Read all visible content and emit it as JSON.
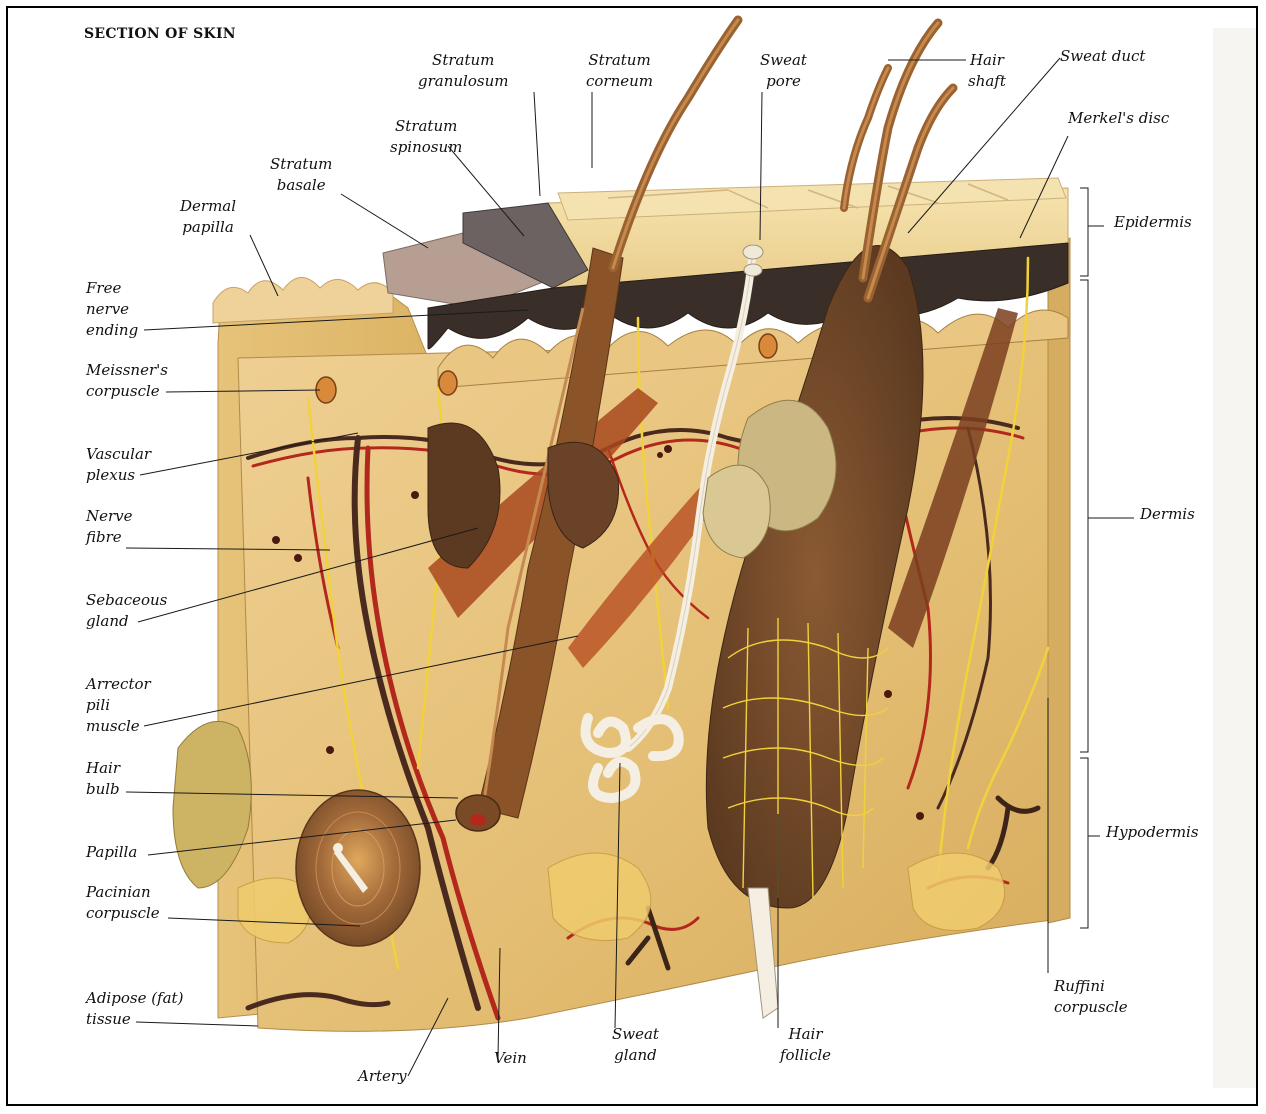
{
  "title": "SECTION OF SKIN",
  "labels": {
    "stratum_granulosum": "Stratum\ngranulosum",
    "stratum_corneum": "Stratum\ncorneum",
    "sweat_pore": "Sweat\npore",
    "hair_shaft": "Hair\nshaft",
    "sweat_duct": "Sweat duct",
    "merkels_disc": "Merkel's disc",
    "stratum_spinosum": "Stratum\nspinosum",
    "stratum_basale": "Stratum\nbasale",
    "dermal_papilla": "Dermal\npapilla",
    "epidermis": "Epidermis",
    "free_nerve_ending": "Free\nnerve\nending",
    "meissners_corpuscle": "Meissner's\ncorpuscle",
    "vascular_plexus": "Vascular\nplexus",
    "nerve_fibre": "Nerve\nfibre",
    "dermis": "Dermis",
    "sebaceous_gland": "Sebaceous\ngland",
    "arrector_pili_muscle": "Arrector\npili\nmuscle",
    "hair_bulb": "Hair\nbulb",
    "hypodermis": "Hypodermis",
    "papilla": "Papilla",
    "pacinian_corpuscle": "Pacinian\ncorpuscle",
    "ruffini_corpuscle": "Ruffini\ncorpuscle",
    "adipose_tissue": "Adipose (fat)\ntissue",
    "sweat_gland": "Sweat\ngland",
    "hair_follicle": "Hair\nfollicle",
    "artery": "Artery",
    "vein": "Vein"
  },
  "colors": {
    "skin_base": "#e7c57c",
    "skin_light": "#f3dca0",
    "epidermis_dark": "#3c3128",
    "vessel_red": "#b3281c",
    "vessel_dark": "#4a2a1e",
    "nerve_yellow": "#f2d23a",
    "hair_brown": "#8a5428",
    "gland_white": "#f4efe2"
  }
}
